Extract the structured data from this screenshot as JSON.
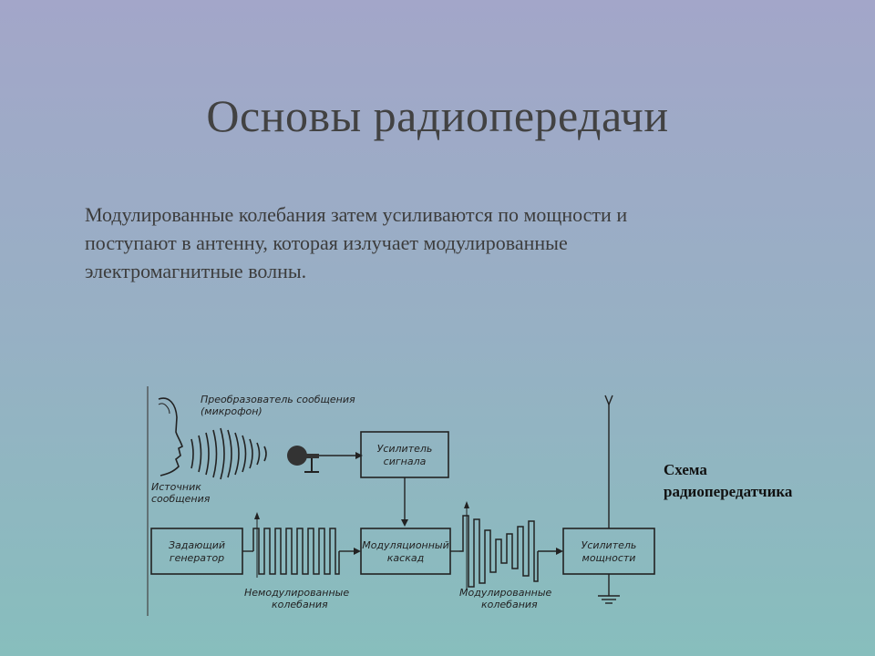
{
  "slide": {
    "title": "Основы радиопередачи",
    "text_lines": [
      "Модулированные колебания затем усиливаются по мощности и",
      "поступают в антенну, которая излучает модулированные",
      "электромагнитные волны."
    ],
    "caption_lines": [
      "Схема",
      "радиопередатчика"
    ]
  },
  "diagram": {
    "transducer_label": [
      "Преобразователь сообщения",
      "(микрофон)"
    ],
    "source_label": [
      "Источник",
      "сообщения"
    ],
    "signal_amp": [
      "Усилитель",
      "сигнала"
    ],
    "master_osc": [
      "Задающий",
      "генератор"
    ],
    "mod_stage": [
      "Модуляционный",
      "каскад"
    ],
    "power_amp": [
      "Усилитель",
      "мощности"
    ],
    "unmod_label": [
      "Немодулированные",
      "колебания"
    ],
    "mod_label": [
      "Модулированные",
      "колебания"
    ]
  }
}
